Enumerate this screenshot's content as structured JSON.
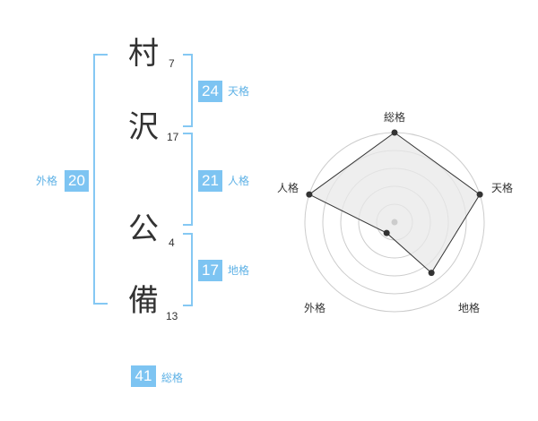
{
  "name": {
    "chars": [
      {
        "char": "村",
        "strokes": "7"
      },
      {
        "char": "沢",
        "strokes": "17"
      },
      {
        "char": "公",
        "strokes": "4"
      },
      {
        "char": "備",
        "strokes": "13"
      }
    ]
  },
  "kakusu": {
    "tenkaku": {
      "label": "天格",
      "value": "24"
    },
    "jinkaku": {
      "label": "人格",
      "value": "21"
    },
    "chikaku": {
      "label": "地格",
      "value": "17"
    },
    "gaikaku": {
      "label": "外格",
      "value": "20"
    },
    "soukaku": {
      "label": "総格",
      "value": "41"
    }
  },
  "chart_data": {
    "type": "radar",
    "axes": [
      "総格",
      "天格",
      "地格",
      "外格",
      "人格"
    ],
    "values": [
      1.0,
      1.0,
      0.7,
      0.15,
      1.0
    ],
    "max": 1.0,
    "rings": 5,
    "colors": {
      "fill": "#e8e8e8",
      "stroke": "#333333",
      "ring": "#cccccc",
      "center": "#cccccc"
    }
  }
}
